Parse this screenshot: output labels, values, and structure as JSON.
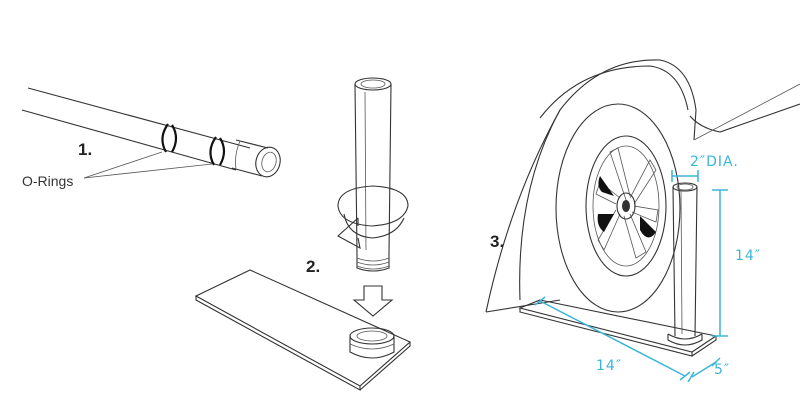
{
  "steps": {
    "one": "1.",
    "two": "2.",
    "three": "3."
  },
  "labels": {
    "o_rings": "O-Rings"
  },
  "dimensions": {
    "pole_diameter": "2″DIA.",
    "pole_height": "14″",
    "base_length": "14″",
    "base_width": "5″"
  },
  "colors": {
    "dimension": "#3bb5d6",
    "line": "#333333"
  }
}
